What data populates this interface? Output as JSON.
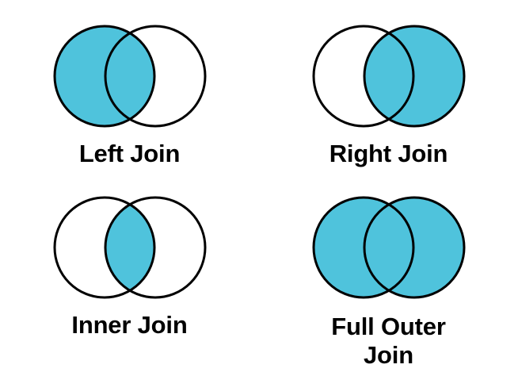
{
  "background_color": "#ffffff",
  "fill_color": "#4FC3DC",
  "stroke_color": "#000000",
  "text_color": "#000000",
  "panels": [
    {
      "id": "left-join",
      "label": "Left Join",
      "left_circle_filled": true,
      "right_circle_filled": false,
      "overlap_filled": true
    },
    {
      "id": "right-join",
      "label": "Right Join",
      "left_circle_filled": false,
      "right_circle_filled": true,
      "overlap_filled": true
    },
    {
      "id": "inner-join",
      "label": "Inner Join",
      "left_circle_filled": false,
      "right_circle_filled": false,
      "overlap_filled": true
    },
    {
      "id": "full-outer-join",
      "label": "Full Outer\nJoin",
      "left_circle_filled": true,
      "right_circle_filled": true,
      "overlap_filled": true
    }
  ]
}
